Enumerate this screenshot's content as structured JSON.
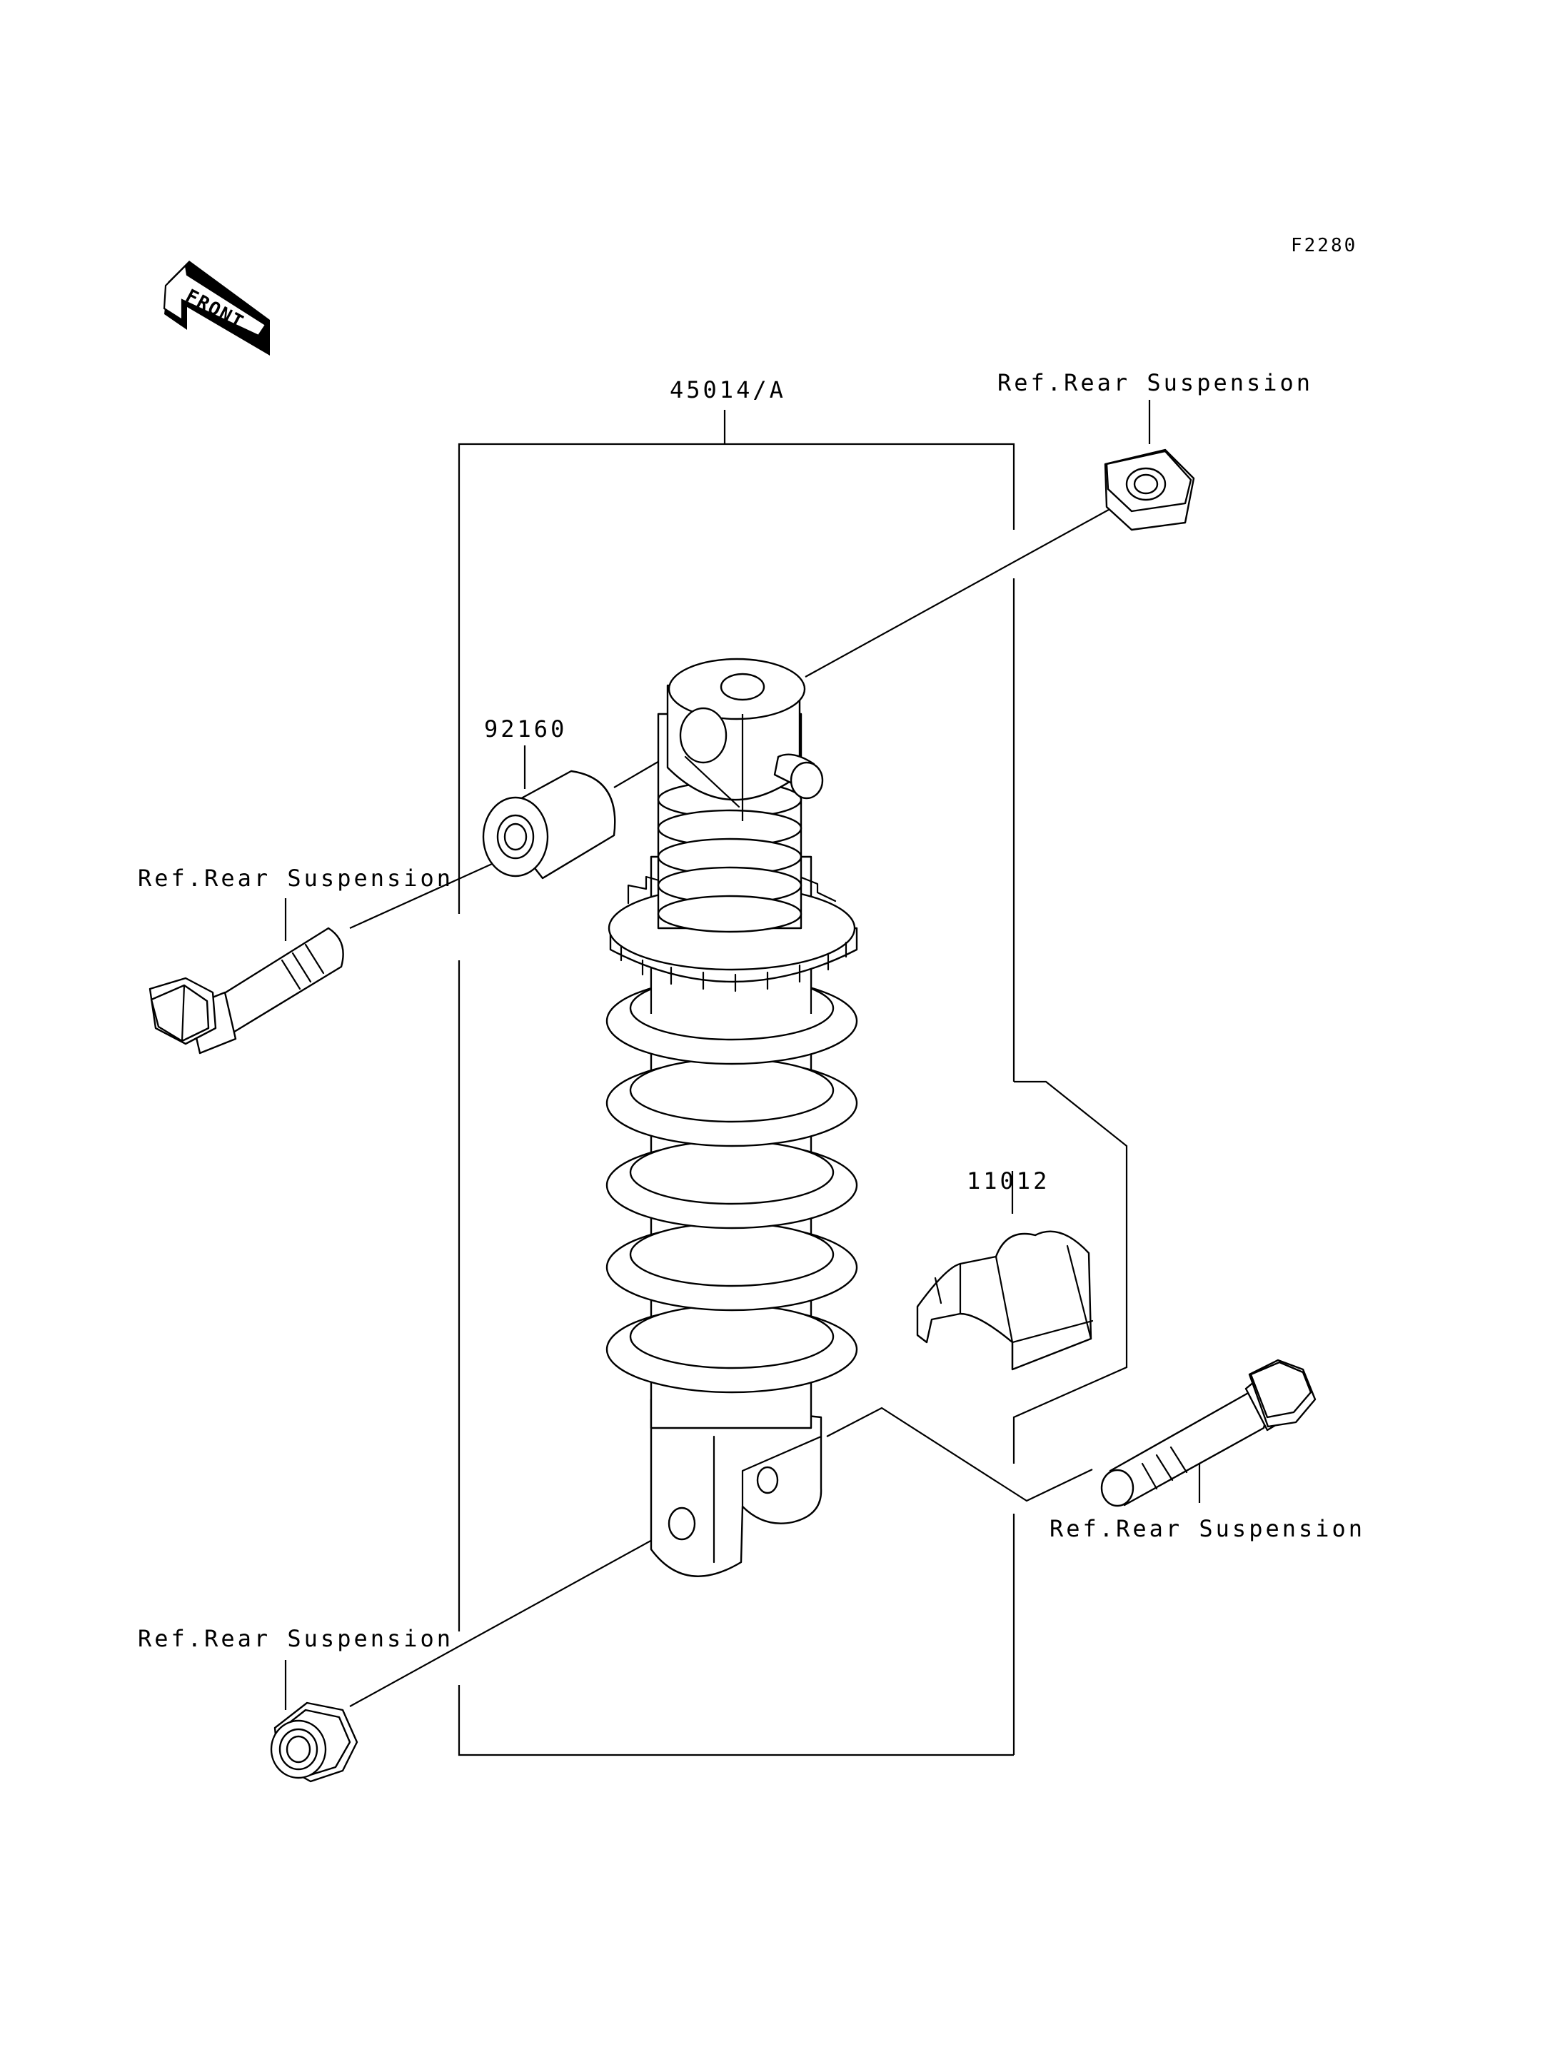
{
  "figure_code": "F2280",
  "front_badge": "FRONT",
  "labels": {
    "shock_absorber": "45014/A",
    "collar": "92160",
    "bracket": "11012",
    "upper_nut": "Ref.Rear Suspension",
    "upper_bolt": "Ref.Rear Suspension",
    "lower_bolt": "Ref.Rear Suspension",
    "lower_nut": "Ref.Rear Suspension"
  }
}
